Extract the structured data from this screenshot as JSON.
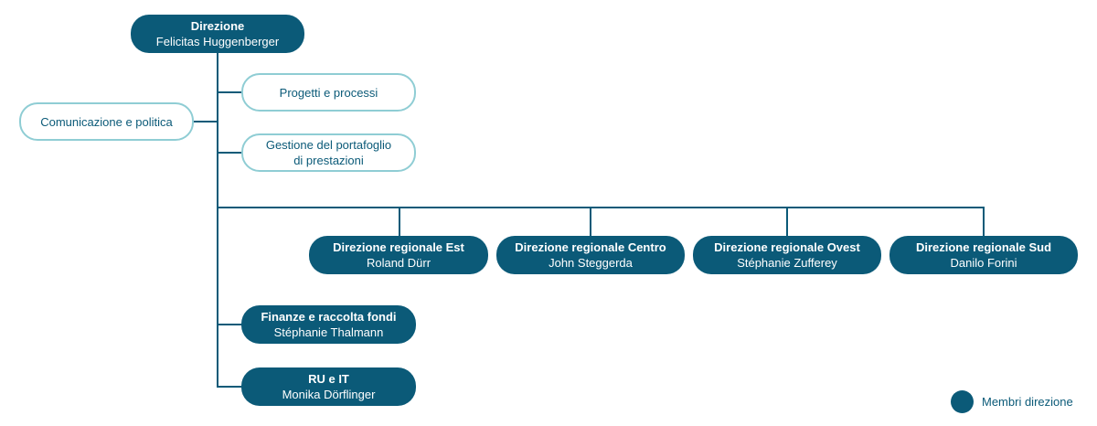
{
  "colors": {
    "dark": "#0b5a78",
    "outline": "#8fcdd4",
    "text": "#0b5a78"
  },
  "top": {
    "title": "Direzione",
    "person": "Felicitas Huggenberger"
  },
  "staff_left": {
    "label": "Comunicazione e politica"
  },
  "staff_right": [
    {
      "label": "Progetti e processi"
    },
    {
      "label": "Gestione del portafoglio\ndi prestazioni"
    }
  ],
  "regions": [
    {
      "title": "Direzione regionale Est",
      "person": "Roland Dürr"
    },
    {
      "title": "Direzione regionale Centro",
      "person": "John Steggerda"
    },
    {
      "title": "Direzione regionale Ovest",
      "person": "Stéphanie Zufferey"
    },
    {
      "title": "Direzione regionale Sud",
      "person": "Danilo Forini"
    }
  ],
  "departments": [
    {
      "title": "Finanze e raccolta fondi",
      "person": "Stéphanie Thalmann"
    },
    {
      "title": "RU e IT",
      "person": "Monika Dörflinger"
    }
  ],
  "legend": {
    "label": "Membri direzione"
  }
}
